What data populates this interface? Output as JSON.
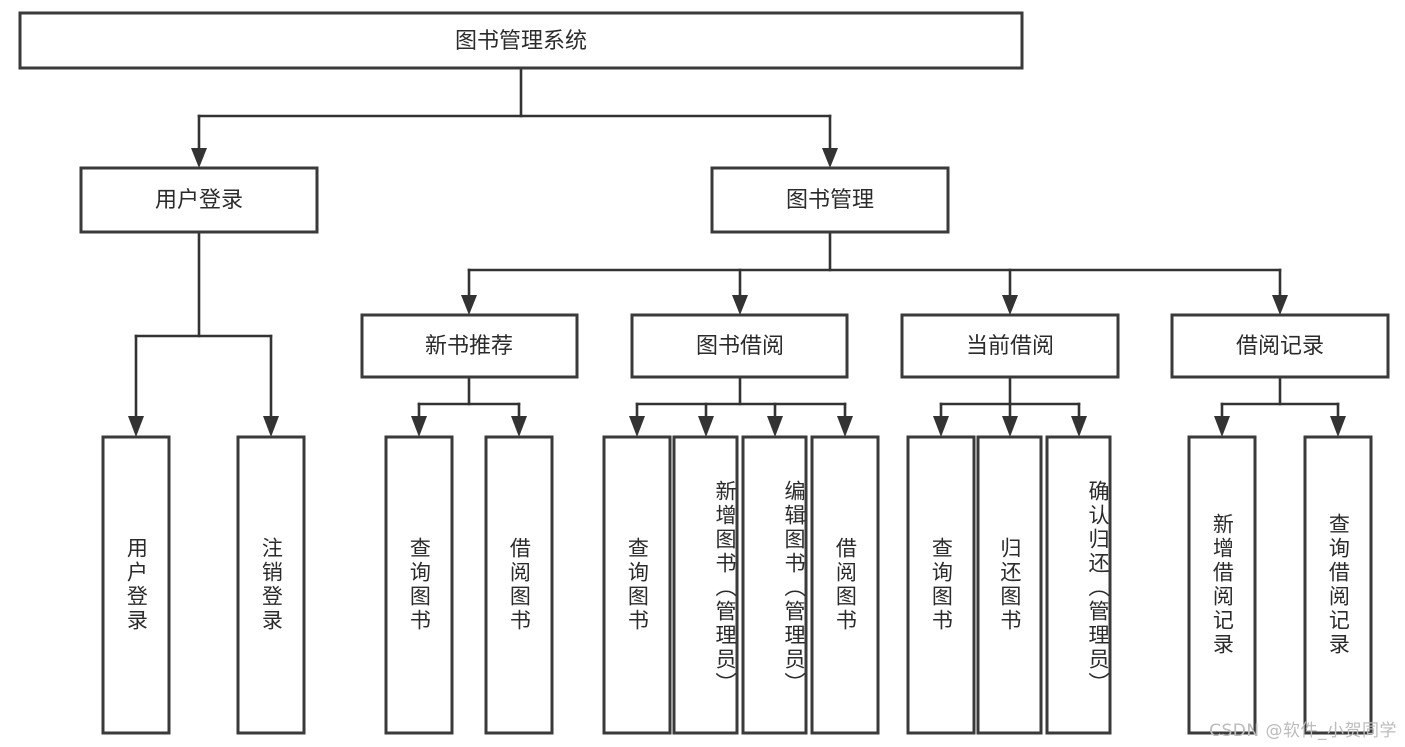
{
  "diagram": {
    "title": "图书管理系统",
    "type": "hierarchy-tree",
    "background_color": "#ffffff",
    "box_stroke_color": "#3a3a3a",
    "connector_color": "#333333",
    "text_color": "#2b2b2b",
    "root": {
      "label": "图书管理系统"
    },
    "level2": [
      {
        "label": "用户登录"
      },
      {
        "label": "图书管理"
      }
    ],
    "level3": [
      {
        "label": "新书推荐"
      },
      {
        "label": "图书借阅"
      },
      {
        "label": "当前借阅"
      },
      {
        "label": "借阅记录"
      }
    ],
    "leaves": {
      "user_login": [
        {
          "label": "用户登录"
        },
        {
          "label": "注销登录"
        }
      ],
      "new_book_recommend": [
        {
          "label": "查询图书"
        },
        {
          "label": "借阅图书"
        }
      ],
      "book_borrow": [
        {
          "label": "查询图书"
        },
        {
          "label": "新增图书（管理员）"
        },
        {
          "label": "编辑图书（管理员）"
        },
        {
          "label": "借阅图书"
        }
      ],
      "current_borrow": [
        {
          "label": "查询图书"
        },
        {
          "label": "归还图书"
        },
        {
          "label": "确认归还（管理员）"
        }
      ],
      "borrow_record": [
        {
          "label": "新增借阅记录"
        },
        {
          "label": "查询借阅记录"
        }
      ]
    }
  },
  "watermark": {
    "text": "CSDN @软件_小贺同学"
  }
}
